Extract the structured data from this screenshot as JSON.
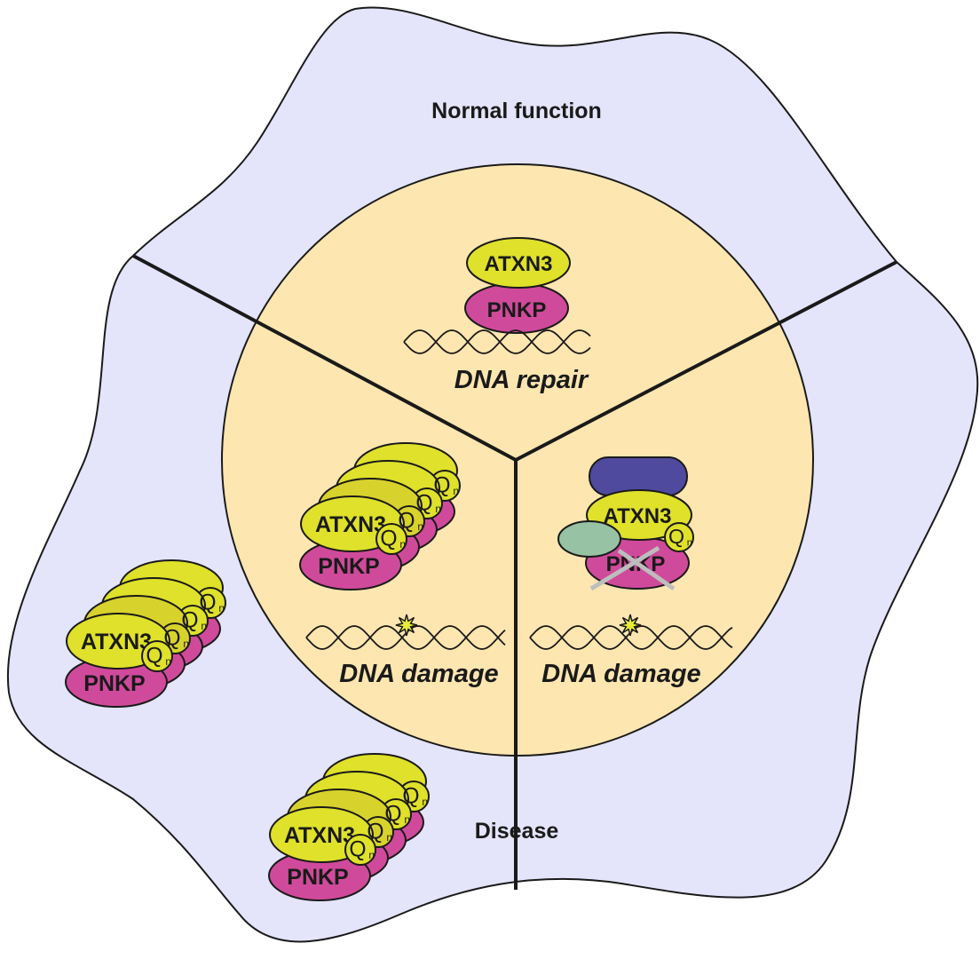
{
  "labels": {
    "normal_function": "Normal function",
    "dna_repair": "DNA repair",
    "dna_damage_left": "DNA damage",
    "dna_damage_right": "DNA damage",
    "disease": "Disease"
  },
  "proteins": {
    "atxn3": "ATXN3",
    "pnkp": "PNKP",
    "polyq": "Q",
    "polyq_sub": "n"
  },
  "colors": {
    "cell_fill": "#e4e4fb",
    "nucleus_fill": "#fde6b0",
    "atxn3": "#dfe12a",
    "atxn3_back": "#d8d22c",
    "pnkp": "#d04a9b",
    "binding_partner_blue": "#4f4a9e",
    "binding_partner_green": "#98c2a4",
    "inhibition_cross": "#bdbdbd",
    "damage_star": "#e8ec3a"
  }
}
